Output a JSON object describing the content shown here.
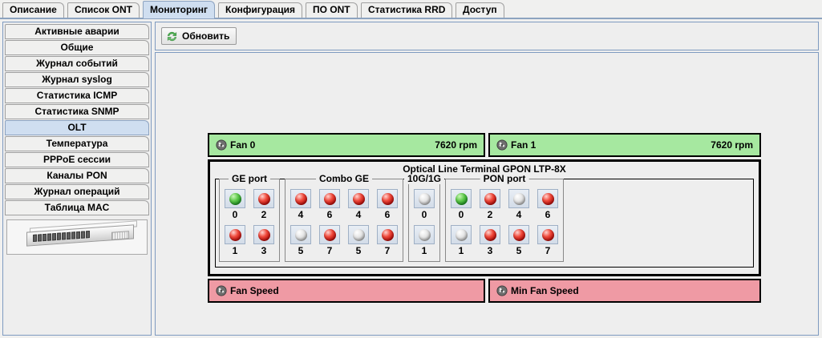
{
  "tabs": [
    {
      "label": "Описание",
      "active": false
    },
    {
      "label": "Список ONT",
      "active": false
    },
    {
      "label": "Мониторинг",
      "active": true
    },
    {
      "label": "Конфигурация",
      "active": false
    },
    {
      "label": "ПО ONT",
      "active": false
    },
    {
      "label": "Статистика RRD",
      "active": false
    },
    {
      "label": "Доступ",
      "active": false
    }
  ],
  "sidebar": {
    "items": [
      {
        "label": "Активные аварии",
        "active": false
      },
      {
        "label": "Общие",
        "active": false
      },
      {
        "label": "Журнал событий",
        "active": false
      },
      {
        "label": "Журнал syslog",
        "active": false
      },
      {
        "label": "Статистика ICMP",
        "active": false
      },
      {
        "label": "Статистика SNMP",
        "active": false
      },
      {
        "label": "OLT",
        "active": true
      },
      {
        "label": "Температура",
        "active": false
      },
      {
        "label": "PPPoE сессии",
        "active": false
      },
      {
        "label": "Каналы PON",
        "active": false
      },
      {
        "label": "Журнал операций",
        "active": false
      },
      {
        "label": "Таблица MAC",
        "active": false
      }
    ],
    "device_image": "olt-device-photo"
  },
  "toolbar": {
    "refresh_label": "Обновить",
    "refresh_icon": "refresh-icon"
  },
  "device": {
    "title": "Optical Line Terminal GPON LTP-8X",
    "fans": [
      {
        "icon": "fan-icon",
        "name": "Fan 0",
        "value": "7620 rpm",
        "color": "#a6e8a0"
      },
      {
        "icon": "fan-icon",
        "name": "Fan 1",
        "value": "7620 rpm",
        "color": "#a6e8a0"
      }
    ],
    "speeds": [
      {
        "icon": "fan-icon",
        "name": "Fan Speed",
        "value": "",
        "color": "#ef9aa4"
      },
      {
        "icon": "fan-icon",
        "name": "Min Fan Speed",
        "value": "",
        "color": "#ef9aa4"
      }
    ],
    "groups": [
      {
        "title": "GE port",
        "columns": [
          [
            {
              "label": "0",
              "state": "green"
            },
            {
              "label": "1",
              "state": "red"
            }
          ],
          [
            {
              "label": "2",
              "state": "red"
            },
            {
              "label": "3",
              "state": "red"
            }
          ]
        ]
      },
      {
        "title": "Combo GE",
        "columns": [
          [
            {
              "label": "4",
              "state": "red"
            },
            {
              "label": "5",
              "state": "gray"
            }
          ],
          [
            {
              "label": "6",
              "state": "red"
            },
            {
              "label": "7",
              "state": "red"
            }
          ],
          [
            {
              "label": "4",
              "state": "red"
            },
            {
              "label": "5",
              "state": "gray"
            }
          ],
          [
            {
              "label": "6",
              "state": "red"
            },
            {
              "label": "7",
              "state": "red"
            }
          ]
        ]
      },
      {
        "title": "10G/1G",
        "columns": [
          [
            {
              "label": "0",
              "state": "gray"
            },
            {
              "label": "1",
              "state": "gray"
            }
          ]
        ]
      },
      {
        "title": "PON port",
        "columns": [
          [
            {
              "label": "0",
              "state": "green"
            },
            {
              "label": "1",
              "state": "gray"
            }
          ],
          [
            {
              "label": "2",
              "state": "red"
            },
            {
              "label": "3",
              "state": "red"
            }
          ],
          [
            {
              "label": "4",
              "state": "gray"
            },
            {
              "label": "5",
              "state": "red"
            }
          ],
          [
            {
              "label": "6",
              "state": "red"
            },
            {
              "label": "7",
              "state": "red"
            }
          ]
        ]
      }
    ]
  },
  "colors": {
    "led_green": "#149a1f",
    "led_red": "#c00000",
    "led_gray": "#b9b9b9",
    "fan_ok_bg": "#a6e8a0",
    "fan_alarm_bg": "#ef9aa4",
    "panel_border": "#7e9ac0",
    "tab_active_bg": "#cfdef0"
  }
}
